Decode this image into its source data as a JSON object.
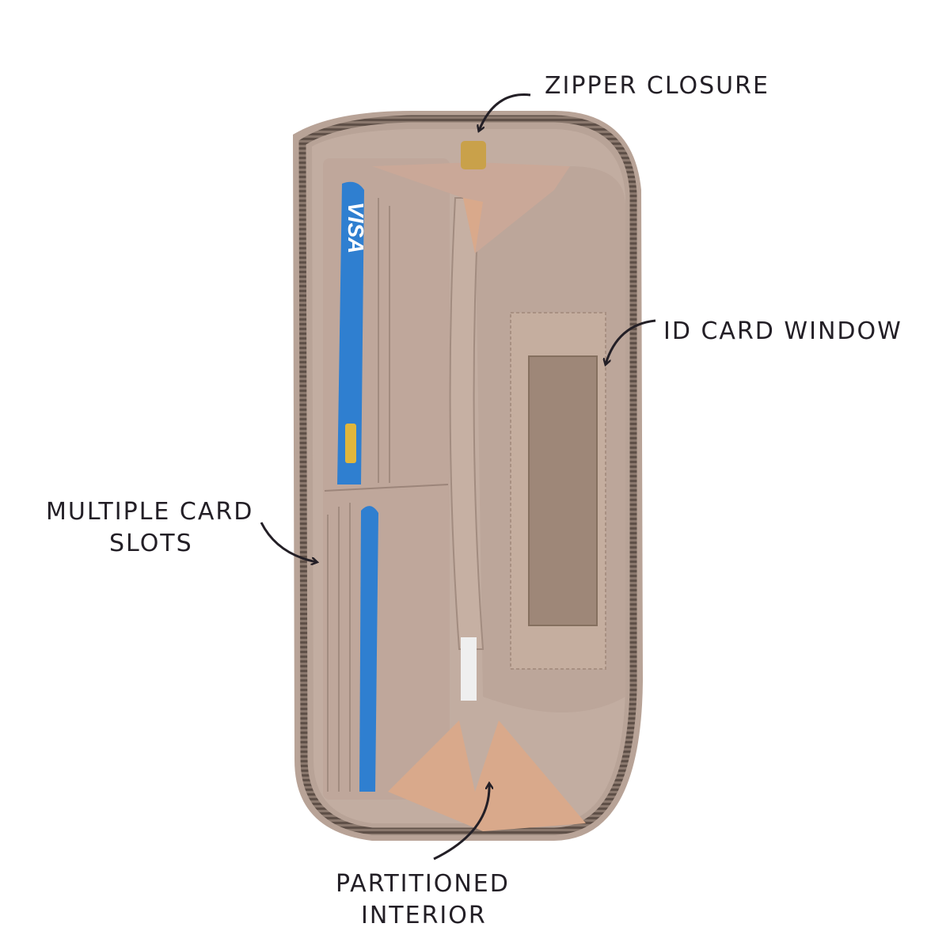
{
  "annotations": {
    "zipper": "ZIPPER CLOSURE",
    "id_window": "ID CARD WINDOW",
    "card_slots_line1": "MULTIPLE CARD",
    "card_slots_line2": "SLOTS",
    "partition_line1": "PARTITIONED",
    "partition_line2": "INTERIOR"
  },
  "card_brand": "VISA",
  "colors": {
    "background": "#ffffff",
    "leather_outer": "#b8a397",
    "leather_inner": "#c2ada1",
    "lining": "#bca69a",
    "pocket_tan": "#d9a98b",
    "zipper": "#7d6b61",
    "card_blue": "#2f7fd0",
    "ink": "#231f26"
  }
}
